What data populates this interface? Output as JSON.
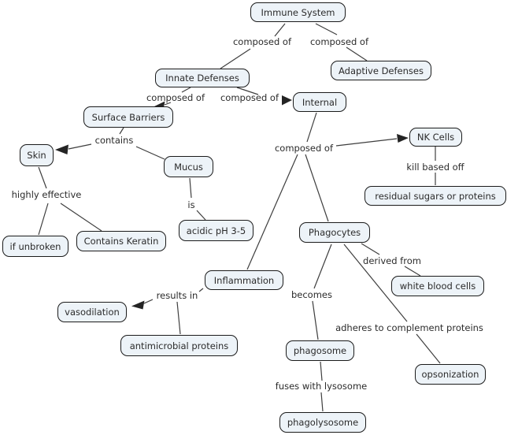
{
  "map_title": "Immune System",
  "colors": {
    "background": "#ffffff",
    "node_fill": "#edf3f8",
    "node_border": "#1b1b1b",
    "line": "#3e3e3e",
    "text": "#2b2b2b"
  },
  "nodes": [
    {
      "id": "immune-system",
      "label": "Immune System"
    },
    {
      "id": "innate-defenses",
      "label": "Innate Defenses"
    },
    {
      "id": "adaptive-defenses",
      "label": "Adaptive Defenses"
    },
    {
      "id": "internal",
      "label": "Internal"
    },
    {
      "id": "surface-barriers",
      "label": "Surface Barriers"
    },
    {
      "id": "skin",
      "label": "Skin"
    },
    {
      "id": "mucus",
      "label": "Mucus"
    },
    {
      "id": "nk-cells",
      "label": "NK Cells"
    },
    {
      "id": "acidic-ph",
      "label": "acidic pH 3-5"
    },
    {
      "id": "if-unbroken",
      "label": "if unbroken"
    },
    {
      "id": "contains-keratin",
      "label": "Contains Keratin"
    },
    {
      "id": "residual-sugars",
      "label": "residual sugars or proteins"
    },
    {
      "id": "phagocytes",
      "label": "Phagocytes"
    },
    {
      "id": "inflammation",
      "label": "Inflammation"
    },
    {
      "id": "white-blood-cells",
      "label": "white blood cells"
    },
    {
      "id": "vasodilation",
      "label": "vasodilation"
    },
    {
      "id": "antimicrobial-proteins",
      "label": "antimicrobial proteins"
    },
    {
      "id": "phagosome",
      "label": "phagosome"
    },
    {
      "id": "opsonization",
      "label": "opsonization"
    },
    {
      "id": "phagolysosome",
      "label": "phagolysosome"
    }
  ],
  "labels": [
    {
      "id": "composed-of-innate",
      "text": "composed of"
    },
    {
      "id": "composed-of-adaptive",
      "text": "composed of"
    },
    {
      "id": "composed-of-surface",
      "text": "composed of"
    },
    {
      "id": "composed-of-internal",
      "text": "composed of"
    },
    {
      "id": "contains",
      "text": "contains"
    },
    {
      "id": "highly-effective",
      "text": "highly effective"
    },
    {
      "id": "is",
      "text": "is"
    },
    {
      "id": "composed-of-internal-children",
      "text": "composed of"
    },
    {
      "id": "kill-based-off",
      "text": "kill based off"
    },
    {
      "id": "derived-from",
      "text": "derived from"
    },
    {
      "id": "becomes",
      "text": "becomes"
    },
    {
      "id": "adheres-to-complement-proteins",
      "text": "adheres to complement proteins"
    },
    {
      "id": "results-in",
      "text": "results in"
    },
    {
      "id": "fuses-with-lysosome",
      "text": "fuses with lysosome"
    }
  ],
  "relations": [
    {
      "from": "Immune System",
      "label": "composed of",
      "to": "Innate Defenses",
      "arrow": false
    },
    {
      "from": "Immune System",
      "label": "composed of",
      "to": "Adaptive Defenses",
      "arrow": false
    },
    {
      "from": "Innate Defenses",
      "label": "composed of",
      "to": "Surface Barriers",
      "arrow": true
    },
    {
      "from": "Innate Defenses",
      "label": "composed of",
      "to": "Internal",
      "arrow": true
    },
    {
      "from": "Surface Barriers",
      "label": "contains",
      "to": "Skin",
      "arrow": true
    },
    {
      "from": "Surface Barriers",
      "label": "contains",
      "to": "Mucus",
      "arrow": false
    },
    {
      "from": "Skin",
      "label": "highly effective",
      "to": "if unbroken",
      "arrow": false
    },
    {
      "from": "Skin",
      "label": "highly effective",
      "to": "Contains Keratin",
      "arrow": false
    },
    {
      "from": "Mucus",
      "label": "is",
      "to": "acidic pH 3-5",
      "arrow": false
    },
    {
      "from": "Internal",
      "label": "composed of",
      "to": "NK Cells",
      "arrow": true
    },
    {
      "from": "Internal",
      "label": "composed of",
      "to": "Inflammation",
      "arrow": false
    },
    {
      "from": "Internal",
      "label": "composed of",
      "to": "Phagocytes",
      "arrow": false
    },
    {
      "from": "NK Cells",
      "label": "kill based off",
      "to": "residual sugars or proteins",
      "arrow": false
    },
    {
      "from": "Phagocytes",
      "label": "derived from",
      "to": "white blood cells",
      "arrow": false
    },
    {
      "from": "Phagocytes",
      "label": "becomes",
      "to": "phagosome",
      "arrow": false
    },
    {
      "from": "Phagocytes",
      "label": "adheres to complement proteins",
      "to": "opsonization",
      "arrow": false
    },
    {
      "from": "Inflammation",
      "label": "results in",
      "to": "vasodilation",
      "arrow": true
    },
    {
      "from": "Inflammation",
      "label": "results in",
      "to": "antimicrobial proteins",
      "arrow": false
    },
    {
      "from": "phagosome",
      "label": "fuses with lysosome",
      "to": "phagolysosome",
      "arrow": false
    }
  ]
}
